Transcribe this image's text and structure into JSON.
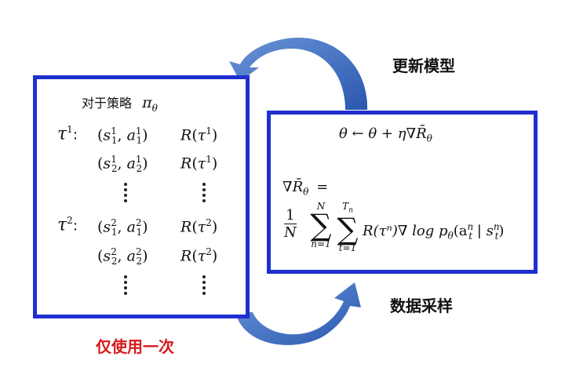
{
  "labels": {
    "update_model": "更新模型",
    "data_sampling": "数据采样",
    "use_once": "仅使用一次"
  },
  "left_box": {
    "policy_caption": "对于策略",
    "policy_symbol": "π",
    "policy_sub": "θ"
  },
  "trajectories": [
    {
      "tau_label": "τ",
      "tau_sup": "1",
      "rows": [
        {
          "s_sub": "1",
          "a_sub": "1",
          "sup": "1",
          "r_sup": "1"
        },
        {
          "s_sub": "2",
          "a_sub": "2",
          "sup": "1",
          "r_sup": "1"
        }
      ]
    },
    {
      "tau_label": "τ",
      "tau_sup": "2",
      "rows": [
        {
          "s_sub": "1",
          "a_sub": "1",
          "sup": "2",
          "r_sup": "2"
        },
        {
          "s_sub": "2",
          "a_sub": "2",
          "sup": "2",
          "r_sup": "2"
        }
      ]
    }
  ],
  "right_box": {
    "update_rule": "θ ← θ + η∇R̄",
    "update_rule_sub": "θ",
    "grad_lhs": "∇R̄",
    "grad_lhs_sub": "θ",
    "grad_eq": "=",
    "frac_num": "1",
    "frac_den": "N",
    "sum1_top": "N",
    "sum1_bottom": "n=1",
    "sum2_top": "T",
    "sum2_top_sub": "n",
    "sum2_bottom": "t=1",
    "sum_body": "R(τⁿ)∇ log p",
    "sum_body_sub": "θ",
    "sum_body_tail": "(a",
    "a_sub": "t",
    "a_sup": "n",
    "bar": " | s",
    "s_sub": "t",
    "s_sup": "n",
    "close": ")"
  },
  "colors": {
    "box_border": "#1f2fd0",
    "arrow_fill": "#3b6fc4",
    "use_once_text": "#d7191c"
  }
}
